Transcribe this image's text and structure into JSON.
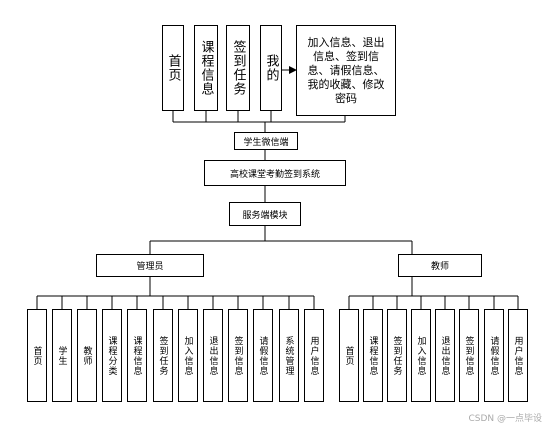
{
  "top_nodes": [
    "首页",
    "课程信息",
    "签到任务",
    "我的"
  ],
  "my_detail": "加入信息、退出信息、签到信息、请假信息、我的收藏、修改密码",
  "wechat_node": "学生微信端",
  "system_node": "高校课堂考勤签到系统",
  "server_node": "服务端模块",
  "admin": {
    "label": "管理员",
    "children": [
      "首页",
      "学生",
      "教师",
      "课程分类",
      "课程信息",
      "签到任务",
      "加入信息",
      "退出信息",
      "签到信息",
      "请假信息",
      "系统管理",
      "用户信息"
    ]
  },
  "teacher": {
    "label": "教师",
    "children": [
      "首页",
      "课程信息",
      "签到任务",
      "加入信息",
      "退出信息",
      "签到信息",
      "请假信息",
      "用户信息"
    ]
  },
  "watermark": "CSDN @一点毕设"
}
